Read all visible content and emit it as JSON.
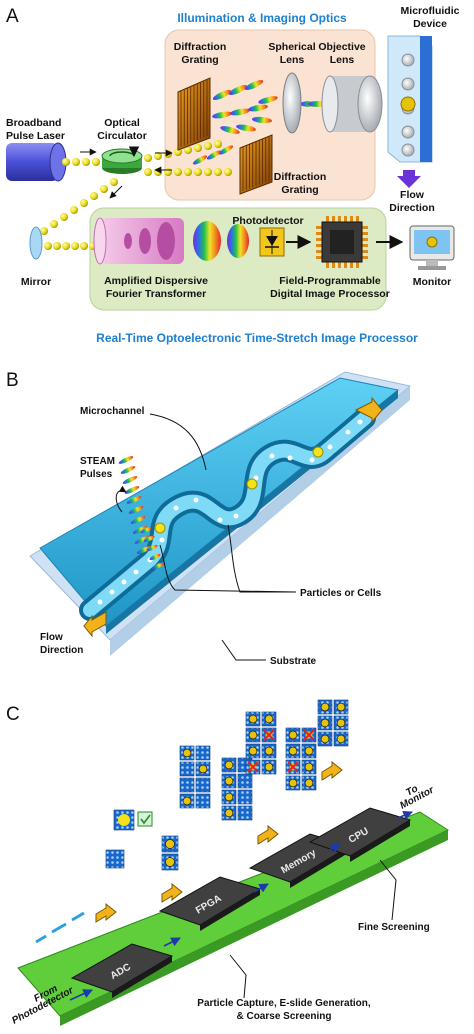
{
  "panels": {
    "a": "A",
    "b": "B",
    "c": "C"
  },
  "panel_a": {
    "title_top": "Illumination & Imaging Optics",
    "title_bottom": "Real-Time Optoelectronic Time-Stretch Image Processor",
    "laser": [
      "Broadband",
      "Pulse Laser"
    ],
    "circulator": [
      "Optical",
      "Circulator"
    ],
    "grating_top": [
      "Diffraction",
      "Grating"
    ],
    "spherical_lens": [
      "Spherical",
      "Lens"
    ],
    "objective_lens": [
      "Objective",
      "Lens"
    ],
    "microfluidic": [
      "Microfluidic",
      "Device"
    ],
    "grating_bottom": [
      "Diffraction",
      "Grating"
    ],
    "flow": [
      "Flow",
      "Direction"
    ],
    "mirror": "Mirror",
    "photodetector": "Photodetector",
    "adft": [
      "Amplified Dispersive",
      "Fourier Transformer"
    ],
    "fpga": [
      "Field-Programmable",
      "Digital Image Processor"
    ],
    "monitor": "Monitor"
  },
  "panel_b": {
    "microchannel": "Microchannel",
    "pulses": [
      "STEAM",
      "Pulses"
    ],
    "particles": "Particles or Cells",
    "flow": [
      "Flow",
      "Direction"
    ],
    "substrate": "Substrate"
  },
  "panel_c": {
    "chips": [
      "ADC",
      "FPGA",
      "Memory",
      "CPU"
    ],
    "to_monitor": [
      "To",
      "Monitor"
    ],
    "from_pd": [
      "From",
      "Photodetector"
    ],
    "fine": "Fine Screening",
    "capture": [
      "Particle Capture, E-slide Generation,",
      "& Coarse Screening"
    ]
  },
  "colors": {
    "title_blue": "#1f7fd1",
    "optics_box": "#fbe3d3",
    "processor_box": "#dcebc3",
    "channel": "#34b5e3",
    "board": "#5fce3a",
    "chip": "#3c3c3c"
  }
}
